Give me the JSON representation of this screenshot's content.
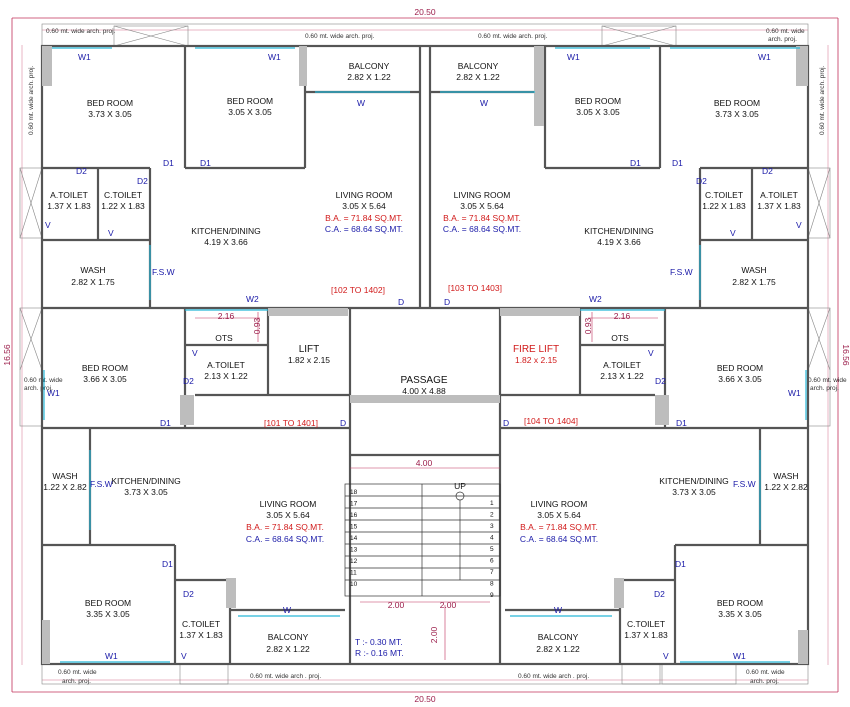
{
  "dimensions": {
    "top_width": "20.50",
    "bottom_width": "20.50",
    "left_height": "16.56",
    "right_height": "16.56",
    "passage_width": "4.00",
    "stair_split_left": "2.00",
    "stair_split_right": "2.00",
    "stair_depth": "2.00",
    "ots_w_left": "2.16",
    "ots_h_left": "0.93",
    "ots_w_right": "2.16",
    "ots_h_right": "0.93"
  },
  "notes": {
    "proj_top_left": "0.60 mt. wide arch. proj.",
    "proj_top_mid_left": "0.60 mt. wide arch. proj.",
    "proj_top_mid_right": "0.60 mt. wide arch. proj.",
    "proj_top_right_l1": "0.60 mt. wide",
    "proj_top_right_l2": "arch. proj.",
    "proj_side_left_top": "0.60 mt. wide arch. proj.",
    "proj_side_right_top": "0.60 mt. wide arch. proj.",
    "proj_side_left_mid_l1": "0.60 mt. wide",
    "proj_side_left_mid_l2": "arch. proj.",
    "proj_side_right_mid_l1": "0.60 mt. wide",
    "proj_side_right_mid_l2": "arch. proj.",
    "proj_bottom_left_l1": "0.60 mt. wide",
    "proj_bottom_left_l2": "arch. proj.",
    "proj_bottom_mid_left": "0.60 mt. wide arch . proj.",
    "proj_bottom_mid_right": "0.60 mt. wide arch . proj.",
    "proj_bottom_right_l1": "0.60 mt. wide",
    "proj_bottom_right_l2": "arch. proj."
  },
  "flats": {
    "tl": {
      "range": "[102 TO 1402]",
      "ba": "B.A. = 71.84 SQ.MT.",
      "ca": "C.A. = 68.64 SQ.MT."
    },
    "tr": {
      "range": "[103 TO 1403]",
      "ba": "B.A. = 71.84 SQ.MT.",
      "ca": "C.A. = 68.64 SQ.MT."
    },
    "bl": {
      "range": "[101 TO 1401]",
      "ba": "B.A. = 71.84 SQ.MT.",
      "ca": "C.A. = 68.64 SQ.MT."
    },
    "br": {
      "range": "[104 TO 1404]",
      "ba": "B.A. = 71.84 SQ.MT.",
      "ca": "C.A. = 68.64 SQ.MT."
    }
  },
  "rooms": {
    "tl_bed1": {
      "name": "BED ROOM",
      "size": "3.73 X 3.05"
    },
    "tl_bed2": {
      "name": "BED ROOM",
      "size": "3.05 X 3.05"
    },
    "tl_balcony": {
      "name": "BALCONY",
      "size": "2.82 X 1.22"
    },
    "tl_atoilet": {
      "name": "A.TOILET",
      "size": "1.37 X 1.83"
    },
    "tl_ctoilet": {
      "name": "C.TOILET",
      "size": "1.22 X 1.83"
    },
    "tl_kitchen": {
      "name": "KITCHEN/DINING",
      "size": "4.19 X 3.66"
    },
    "tl_living": {
      "name": "LIVING ROOM",
      "size": "3.05 X 5.64"
    },
    "tl_wash": {
      "name": "WASH",
      "size": "2.82 X 1.75"
    },
    "tr_balcony": {
      "name": "BALCONY",
      "size": "2.82 X 1.22"
    },
    "tr_bed2": {
      "name": "BED ROOM",
      "size": "3.05 X 3.05"
    },
    "tr_bed1": {
      "name": "BED ROOM",
      "size": "3.73 X 3.05"
    },
    "tr_living": {
      "name": "LIVING ROOM",
      "size": "3.05 X 5.64"
    },
    "tr_ctoilet": {
      "name": "C.TOILET",
      "size": "1.22 X 1.83"
    },
    "tr_atoilet": {
      "name": "A.TOILET",
      "size": "1.37 X 1.83"
    },
    "tr_kitchen": {
      "name": "KITCHEN/DINING",
      "size": "4.19 X 3.66"
    },
    "tr_wash": {
      "name": "WASH",
      "size": "2.82 X 1.75"
    },
    "ml_bed": {
      "name": "BED ROOM",
      "size": "3.66 X 3.05"
    },
    "ml_atoilet": {
      "name": "A.TOILET",
      "size": "2.13 X 1.22"
    },
    "lift": {
      "name": "LIFT",
      "size": "1.82 x 2.15"
    },
    "passage": {
      "name": "PASSAGE",
      "size": "4.00 X 4.88"
    },
    "fire_lift": {
      "name": "FIRE LIFT",
      "size": "1.82 x 2.15"
    },
    "mr_atoilet": {
      "name": "A.TOILET",
      "size": "2.13 X 1.22"
    },
    "mr_bed": {
      "name": "BED ROOM",
      "size": "3.66 X 3.05"
    },
    "bl_wash": {
      "name": "WASH",
      "size": "1.22 X 2.82"
    },
    "bl_kitchen": {
      "name": "KITCHEN/DINING",
      "size": "3.73 X 3.05"
    },
    "bl_living": {
      "name": "LIVING ROOM",
      "size": "3.05 X 5.64"
    },
    "bl_bed": {
      "name": "BED ROOM",
      "size": "3.35 X 3.05"
    },
    "bl_ctoilet": {
      "name": "C.TOILET",
      "size": "1.37 X 1.83"
    },
    "bl_balcony": {
      "name": "BALCONY",
      "size": "2.82 X 1.22"
    },
    "br_living": {
      "name": "LIVING ROOM",
      "size": "3.05 X 5.64"
    },
    "br_kitchen": {
      "name": "KITCHEN/DINING",
      "size": "3.73 X 3.05"
    },
    "br_wash": {
      "name": "WASH",
      "size": "1.22 X 2.82"
    },
    "br_balcony": {
      "name": "BALCONY",
      "size": "2.82 X 1.22"
    },
    "br_ctoilet": {
      "name": "C.TOILET",
      "size": "1.37 X 1.83"
    },
    "br_bed": {
      "name": "BED ROOM",
      "size": "3.35 X 3.05"
    }
  },
  "ots": {
    "left": "OTS",
    "right": "OTS"
  },
  "stair": {
    "up": "UP",
    "tread": "T :- 0.30 MT.",
    "riser": "R :- 0.16 MT.",
    "steps_left": [
      "18",
      "17",
      "16",
      "15",
      "14",
      "13",
      "12",
      "11",
      "10"
    ],
    "steps_right": [
      "1",
      "2",
      "3",
      "4",
      "5",
      "6",
      "7",
      "8",
      "9"
    ]
  },
  "openings": {
    "w1": "W1",
    "w": "W",
    "w2": "W2",
    "d": "D",
    "d1": "D1",
    "d2": "D2",
    "v": "V",
    "fsw": "F.S.W"
  },
  "colors": {
    "wall": "#555555",
    "window": "#28b8d8",
    "dimension": "#c0305a",
    "area_ba": "#d11a1a",
    "area_ca": "#1a1aa8",
    "label": "#1a1aa8"
  }
}
